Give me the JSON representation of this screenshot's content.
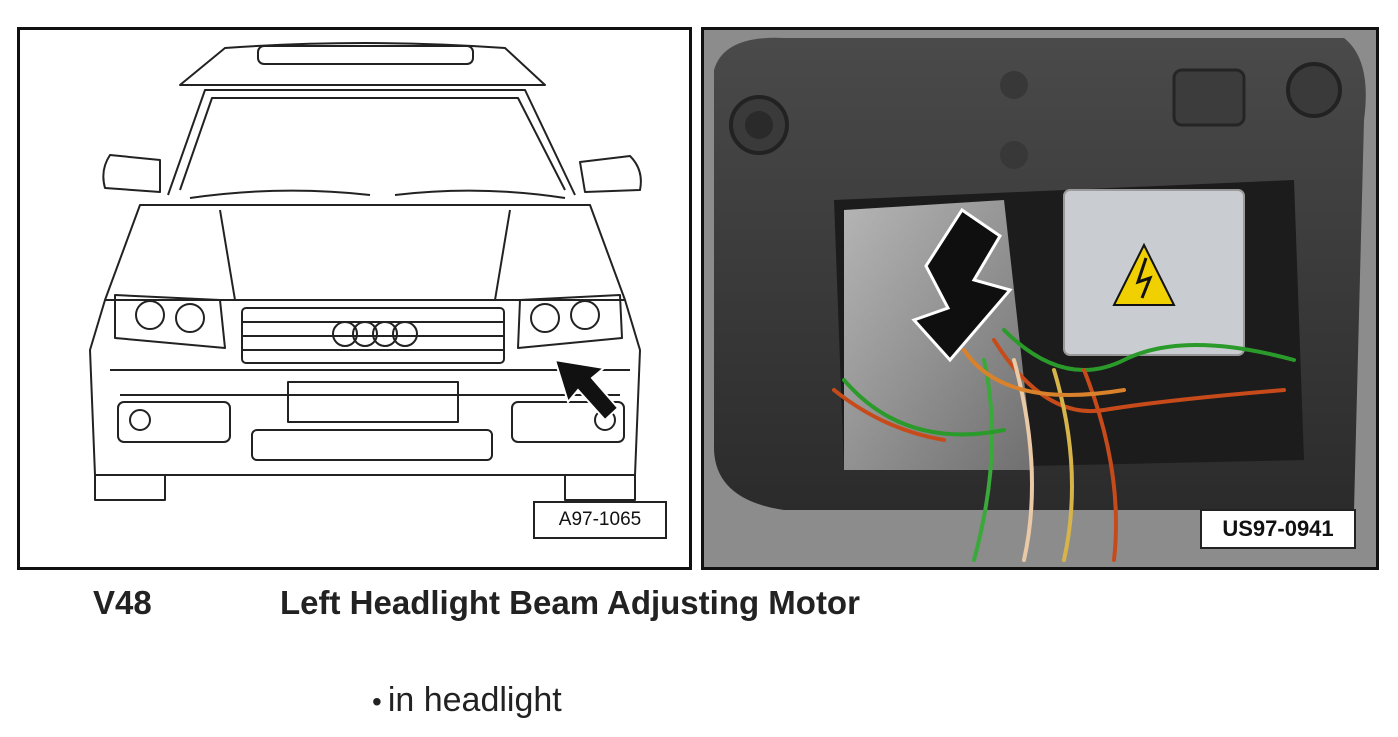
{
  "figure_left": {
    "reference": "A97-1065"
  },
  "figure_right": {
    "reference": "US97-0941"
  },
  "component": {
    "code": "V48",
    "title": "Left Headlight Beam Adjusting Motor"
  },
  "location": {
    "bullet": "•",
    "text": "in headlight"
  }
}
